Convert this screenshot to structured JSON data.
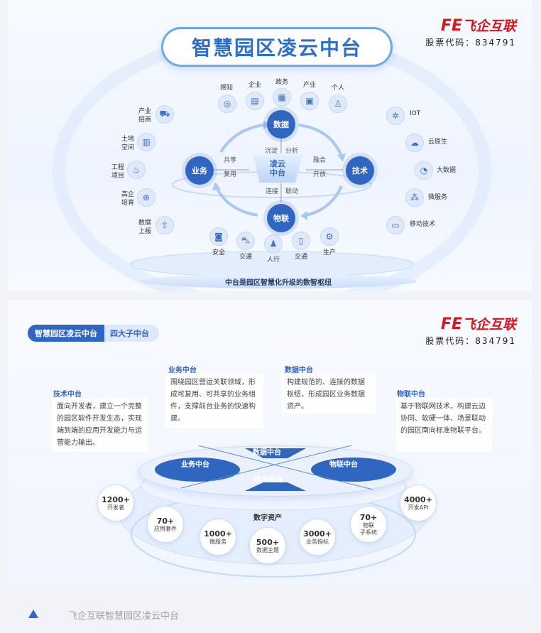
{
  "logo": {
    "brand_fe": "FE",
    "brand_text": "飞企互联",
    "stock_code": "股票代码：834791"
  },
  "panel1": {
    "title": "智慧园区凌云中台",
    "nodes": {
      "data": "数据",
      "tech": "技术",
      "iot": "物联",
      "business": "业务"
    },
    "center": {
      "line1": "凌云",
      "line2": "中台"
    },
    "arrow_labels": {
      "share": "共享",
      "reuse": "复用",
      "settle": "沉淀",
      "analyze": "分析",
      "fuse": "融合",
      "open": "开放",
      "connect": "连接",
      "link": "联动"
    },
    "top_items": [
      "感知",
      "企业",
      "政务",
      "产业",
      "个人"
    ],
    "left_items": [
      "产业\n招商",
      "土地\n空间",
      "工程\n项目",
      "高企\n培育",
      "数据\n上报"
    ],
    "right_items": [
      "IOT",
      "云原生",
      "大数据",
      "微服务",
      "移动技术"
    ],
    "bottom_items": [
      "安全",
      "交通",
      "人行",
      "交通",
      "生产"
    ],
    "base_caption": "中台是园区智慧化升级的数智枢纽"
  },
  "panel2": {
    "tag_a": "智慧园区凌云中台",
    "tag_b": "四大子中台",
    "cards": [
      {
        "title": "技术中台",
        "body": "面向开发者，建立一个完整的园区软件开发生态，实现端到端的应用开发能力与运营能力输出。"
      },
      {
        "title": "业务中台",
        "body": "围绕园区营运关联领域，形成可复用、可共享的业务组件，支撑前台业务的快速构建。"
      },
      {
        "title": "数据中台",
        "body": "构建规范的、连接的数据枢纽，形成园区业务数据资产。"
      },
      {
        "title": "物联中台",
        "body": "基于物联网技术，构建云边协同、软硬一体、场景联动的园区南向标准物联平台。"
      }
    ],
    "disc": {
      "top": "数据中台",
      "left": "业务中台",
      "right": "物联中台",
      "bottom": "技术中台",
      "assets": "数字资产"
    },
    "stats": [
      {
        "num": "1200+",
        "text": "开发者"
      },
      {
        "num": "70+",
        "text": "应用套件"
      },
      {
        "num": "1000+",
        "text": "微服务"
      },
      {
        "num": "500+",
        "text": "数据主题"
      },
      {
        "num": "3000+",
        "text": "业务指标"
      },
      {
        "num": "70+",
        "text": "物联\n子系统"
      },
      {
        "num": "4000+",
        "text": "开发API"
      }
    ]
  },
  "footer": {
    "caption": "飞企互联智慧园区凌云中台"
  },
  "colors": {
    "accent": "#2f66c2",
    "logo_red": "#d8141e",
    "caption_gray": "#9aa0ab"
  }
}
